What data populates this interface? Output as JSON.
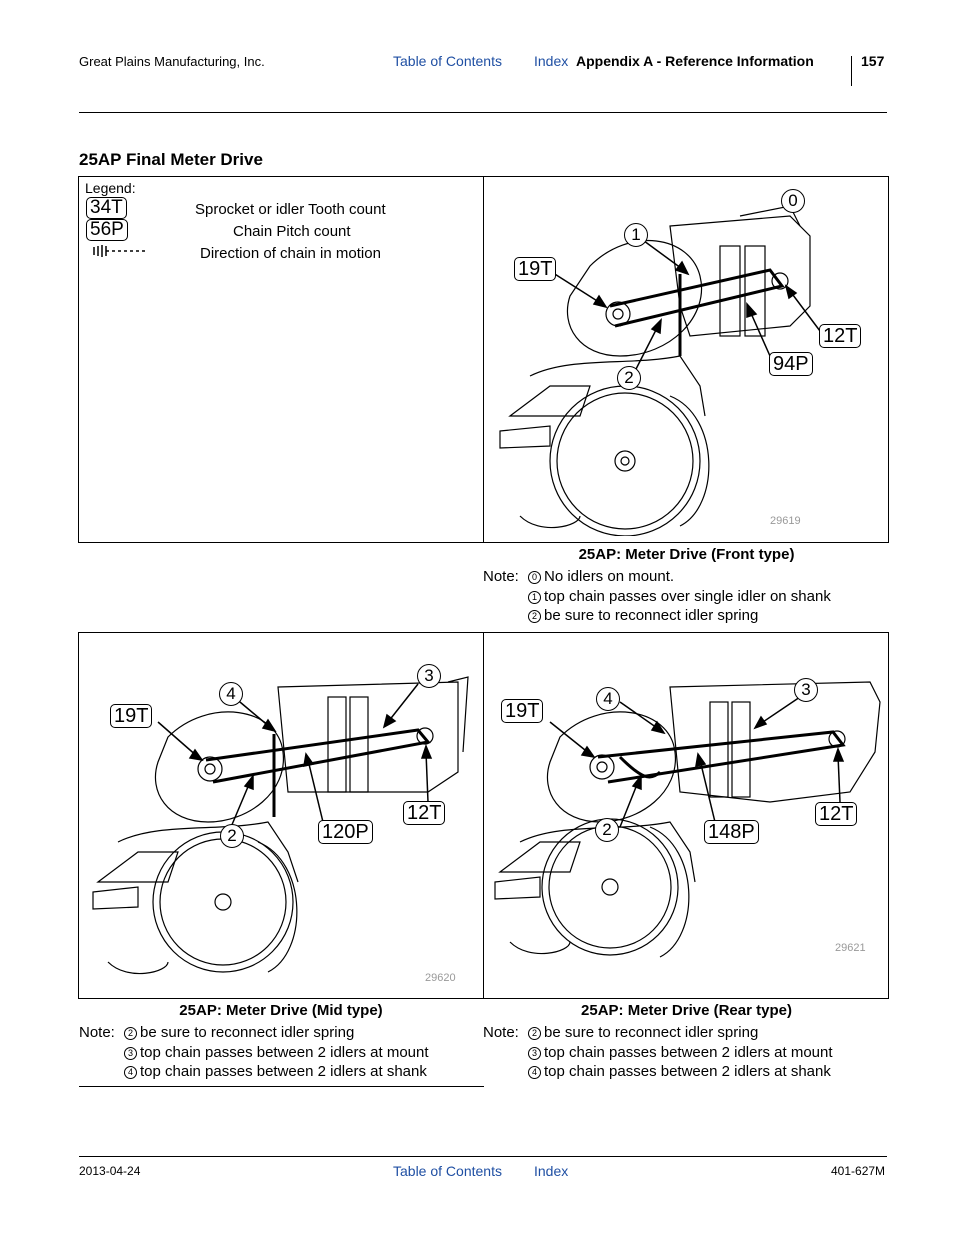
{
  "header": {
    "company": "Great Plains Manufacturing, Inc.",
    "toc_link": "Table of Contents",
    "index_link": "Index",
    "section": "Appendix A - Reference Information",
    "page_number": "157"
  },
  "section_title": "25AP Final Meter Drive",
  "legend": {
    "heading": "Legend:",
    "items": [
      {
        "symbol": "34T",
        "text": "Sprocket or idler Tooth count"
      },
      {
        "symbol": "56P",
        "text": "Chain Pitch count"
      },
      {
        "symbol": "",
        "text": "Direction of chain in motion"
      }
    ]
  },
  "figures": {
    "front": {
      "caption": "25AP: Meter Drive (Front type)",
      "fig_id": "29619",
      "callouts": {
        "c0": "0",
        "c1": "1",
        "c2": "2",
        "t19": "19T",
        "t12": "12T",
        "p94": "94P"
      },
      "note_label": "Note:",
      "notes": [
        {
          "n": "0",
          "text": "No idlers on mount."
        },
        {
          "n": "1",
          "text": "top chain passes over single idler on shank"
        },
        {
          "n": "2",
          "text": "be sure to reconnect idler spring"
        }
      ]
    },
    "mid": {
      "caption": "25AP: Meter Drive (Mid type)",
      "fig_id": "29620",
      "callouts": {
        "c4": "4",
        "c3": "3",
        "c2": "2",
        "t19": "19T",
        "t12": "12T",
        "p120": "120P"
      },
      "note_label": "Note:",
      "notes": [
        {
          "n": "2",
          "text": "be sure to reconnect idler spring"
        },
        {
          "n": "3",
          "text": "top chain passes between 2 idlers at mount"
        },
        {
          "n": "4",
          "text": "top chain passes between 2 idlers at shank"
        }
      ]
    },
    "rear": {
      "caption": "25AP: Meter Drive (Rear type)",
      "fig_id": "29621",
      "callouts": {
        "c4": "4",
        "c3": "3",
        "c2": "2",
        "t19": "19T",
        "t12": "12T",
        "p148": "148P"
      },
      "note_label": "Note:",
      "notes": [
        {
          "n": "2",
          "text": "be sure to reconnect idler spring"
        },
        {
          "n": "3",
          "text": "top chain passes between 2 idlers at mount"
        },
        {
          "n": "4",
          "text": "top chain passes between 2 idlers at shank"
        }
      ]
    }
  },
  "footer": {
    "date": "2013-04-24",
    "toc_link": "Table of Contents",
    "index_link": "Index",
    "doc_number": "401-627M"
  }
}
